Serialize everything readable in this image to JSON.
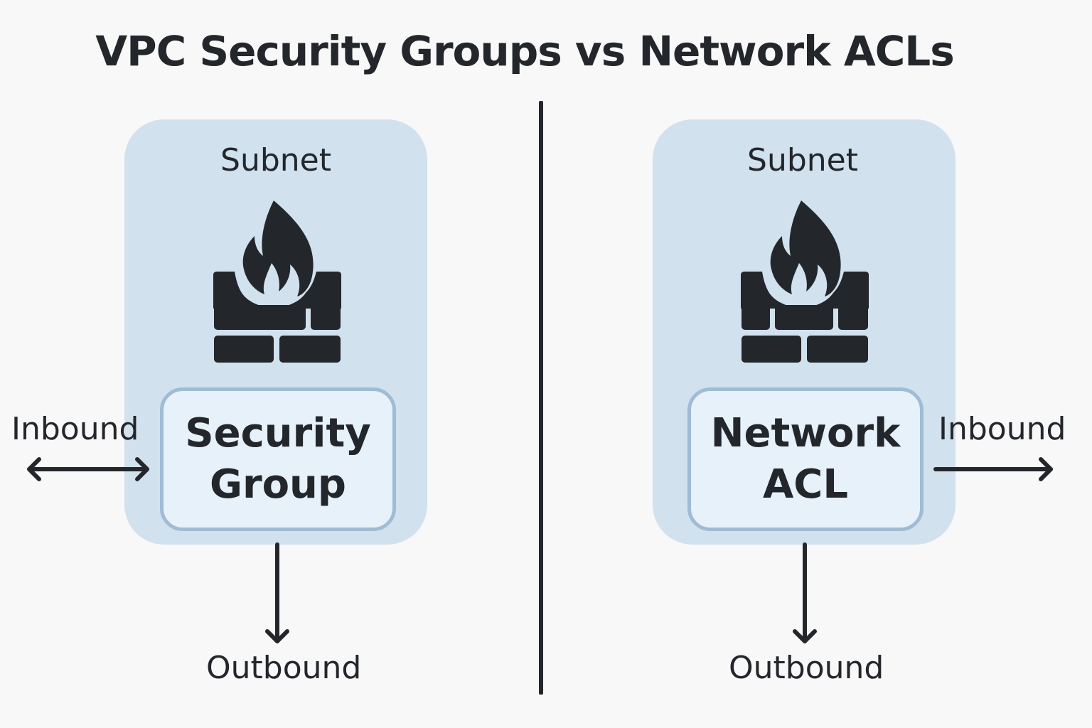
{
  "title": "VPC Security Groups vs Network ACLs",
  "panels": [
    {
      "subnet_label": "Subnet",
      "icon": "firewall-icon",
      "box_line1": "Security",
      "box_line2": "Group",
      "inbound_label": "Inbound",
      "inbound_arrow": "bidirectional",
      "outbound_label": "Outbound"
    },
    {
      "subnet_label": "Subnet",
      "icon": "firewall-icon",
      "box_line1": "Network",
      "box_line2": "ACL",
      "inbound_label": "Inbound",
      "inbound_arrow": "right",
      "outbound_label": "Outbound"
    }
  ],
  "colors": {
    "background": "#f8f8f8",
    "subnet_fill": "#d1e1ee",
    "box_fill": "#e7f1f9",
    "box_border": "#a0bcd5",
    "ink": "#23262b"
  }
}
